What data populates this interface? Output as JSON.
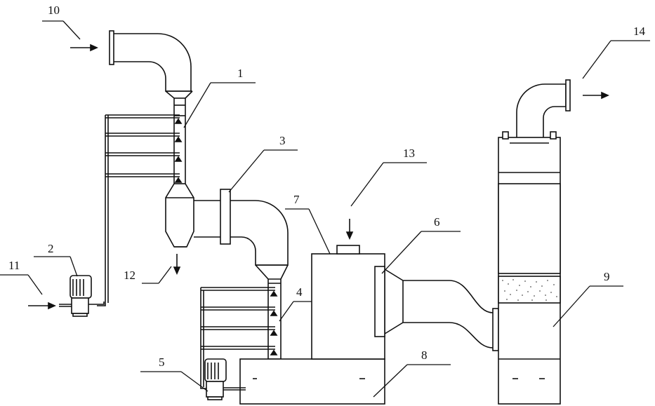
{
  "labels": {
    "l1": "1",
    "l2": "2",
    "l3": "3",
    "l4": "4",
    "l5": "5",
    "l6": "6",
    "l7": "7",
    "l8": "8",
    "l9": "9",
    "l10": "10",
    "l11": "11",
    "l12": "12",
    "l13": "13",
    "l14": "14"
  },
  "colors": {
    "line": "#111111",
    "fill": "#ffffff"
  }
}
